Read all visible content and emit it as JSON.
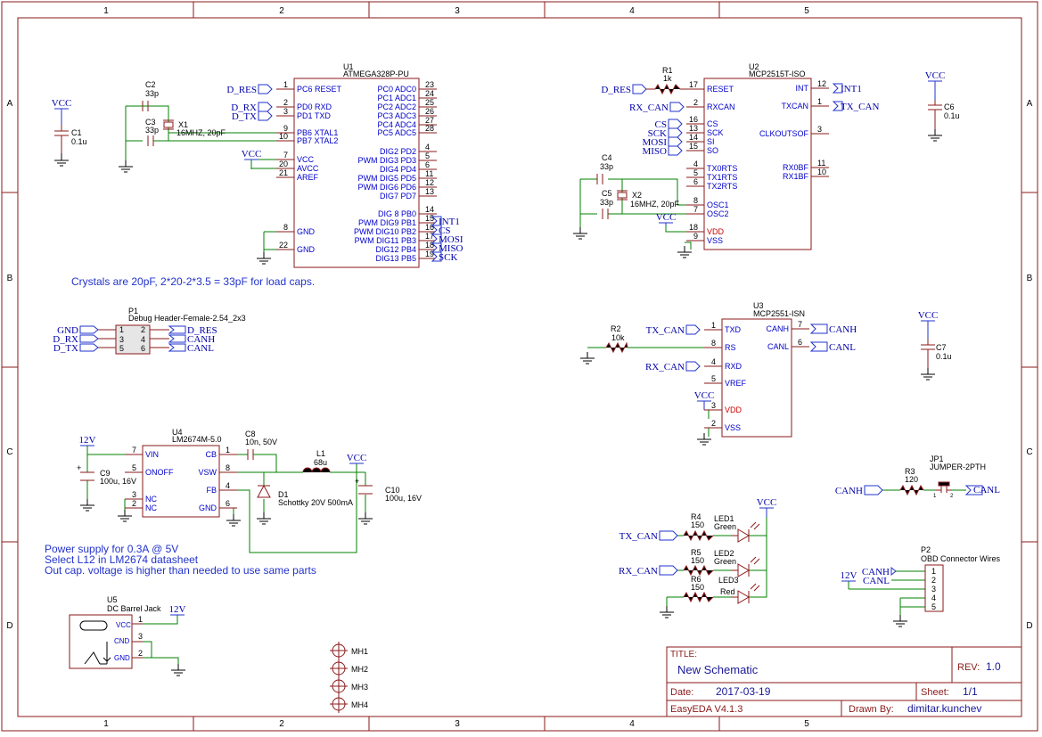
{
  "frame": {
    "columns": [
      "1",
      "2",
      "3",
      "4",
      "5"
    ],
    "rows": [
      "A",
      "B",
      "C",
      "D"
    ]
  },
  "notes": {
    "crystal": "Crystals are 20pF, 2*20-2*3.5 = 33pF for load caps.",
    "power1": "Power supply for 0.3A @ 5V",
    "power2": "Select L12 in LM2674 datasheet",
    "power3": "Out cap. voltage is higher than needed to use same parts"
  },
  "title_block": {
    "title_label": "TITLE:",
    "title": "New Schematic",
    "rev_label": "REV:",
    "rev": "1.0",
    "date_label": "Date:",
    "date": "2017-03-19",
    "sheet_label": "Sheet:",
    "sheet": "1/1",
    "tool": "EasyEDA V4.1.3",
    "drawn_label": "Drawn By:",
    "drawn_by": "dimitar.kunchev"
  },
  "u1": {
    "ref": "U1",
    "value": "ATMEGA328P-PU",
    "left_pins": [
      {
        "num": "1",
        "name": "PC6 RESET"
      },
      {
        "num": "2",
        "name": "PD0 RXD"
      },
      {
        "num": "3",
        "name": "PD1 TXD"
      },
      {
        "num": "9",
        "name": "PB6 XTAL1"
      },
      {
        "num": "10",
        "name": "PB7 XTAL2"
      },
      {
        "num": "7",
        "name": "VCC"
      },
      {
        "num": "20",
        "name": "AVCC"
      },
      {
        "num": "21",
        "name": "AREF"
      },
      {
        "num": "8",
        "name": "GND"
      },
      {
        "num": "22",
        "name": "GND"
      }
    ],
    "right_pins": [
      {
        "num": "23",
        "name": "PC0 ADC0"
      },
      {
        "num": "24",
        "name": "PC1 ADC1"
      },
      {
        "num": "25",
        "name": "PC2 ADC2"
      },
      {
        "num": "26",
        "name": "PC3 ADC3"
      },
      {
        "num": "27",
        "name": "PC4 ADC4"
      },
      {
        "num": "28",
        "name": "PC5 ADC5"
      },
      {
        "num": "4",
        "name": "DIG2 PD2"
      },
      {
        "num": "5",
        "name": "PWM DIG3 PD3"
      },
      {
        "num": "6",
        "name": "DIG4 PD4"
      },
      {
        "num": "11",
        "name": "PWM DIG5 PD5"
      },
      {
        "num": "12",
        "name": "PWM DIG6 PD6"
      },
      {
        "num": "13",
        "name": "DIG7 PD7"
      },
      {
        "num": "14",
        "name": "DIG 8 PB0"
      },
      {
        "num": "15",
        "name": "PWM DIG9 PB1"
      },
      {
        "num": "16",
        "name": "PWM DIG10 PB2"
      },
      {
        "num": "17",
        "name": "PWM DIG11 PB3"
      },
      {
        "num": "18",
        "name": "DIG12 PB4"
      },
      {
        "num": "19",
        "name": "DIG13 PB5"
      }
    ]
  },
  "u2": {
    "ref": "U2",
    "value": "MCP2515T-ISO",
    "left_pins": [
      {
        "num": "17",
        "name": "RESET"
      },
      {
        "num": "2",
        "name": "RXCAN"
      },
      {
        "num": "16",
        "name": "CS"
      },
      {
        "num": "13",
        "name": "SCK"
      },
      {
        "num": "14",
        "name": "SI"
      },
      {
        "num": "15",
        "name": "SO"
      },
      {
        "num": "4",
        "name": "TX0RTS"
      },
      {
        "num": "5",
        "name": "TX1RTS"
      },
      {
        "num": "6",
        "name": "TX2RTS"
      },
      {
        "num": "8",
        "name": "OSC1"
      },
      {
        "num": "7",
        "name": "OSC2"
      },
      {
        "num": "18",
        "name": "VDD"
      },
      {
        "num": "9",
        "name": "VSS"
      }
    ],
    "right_pins": [
      {
        "num": "12",
        "name": "INT"
      },
      {
        "num": "1",
        "name": "TXCAN"
      },
      {
        "num": "3",
        "name": "CLKOUTSOF"
      },
      {
        "num": "11",
        "name": "RX0BF"
      },
      {
        "num": "10",
        "name": "RX1BF"
      }
    ]
  },
  "u3": {
    "ref": "U3",
    "value": "MCP2551-ISN",
    "left_pins": [
      {
        "num": "1",
        "name": "TXD"
      },
      {
        "num": "8",
        "name": "RS"
      },
      {
        "num": "4",
        "name": "RXD"
      },
      {
        "num": "5",
        "name": "VREF"
      },
      {
        "num": "3",
        "name": "VDD"
      },
      {
        "num": "2",
        "name": "VSS"
      }
    ],
    "right_pins": [
      {
        "num": "7",
        "name": "CANH"
      },
      {
        "num": "6",
        "name": "CANL"
      }
    ]
  },
  "u4": {
    "ref": "U4",
    "value": "LM2674M-5.0",
    "left_pins": [
      {
        "num": "7",
        "name": "VIN"
      },
      {
        "num": "5",
        "name": "ONOFF"
      },
      {
        "num": "3",
        "name": "NC"
      },
      {
        "num": "2",
        "name": "NC"
      }
    ],
    "right_pins": [
      {
        "num": "1",
        "name": "CB"
      },
      {
        "num": "8",
        "name": "VSW"
      },
      {
        "num": "4",
        "name": "FB"
      },
      {
        "num": "6",
        "name": "GND"
      }
    ]
  },
  "u5": {
    "ref": "U5",
    "value": "DC Barrel Jack",
    "pins": [
      {
        "num": "1",
        "name": "VCC"
      },
      {
        "num": "3",
        "name": "CND"
      },
      {
        "num": "2",
        "name": "GND"
      }
    ]
  },
  "p1": {
    "ref": "P1",
    "value": "Debug Header-Female-2.54_2x3",
    "left_nets": [
      "GND",
      "D_RX",
      "D_TX"
    ],
    "right_nets": [
      "D_RES",
      "CANH",
      "CANL"
    ],
    "pins": [
      "1",
      "2",
      "3",
      "4",
      "5",
      "6"
    ]
  },
  "p2": {
    "ref": "P2",
    "value": "OBD Connector Wires",
    "pins": [
      "1",
      "2",
      "3",
      "4",
      "5"
    ],
    "nets": [
      "CANH",
      "CANL"
    ]
  },
  "jp1": {
    "ref": "JP1",
    "value": "JUMPER-2PTH",
    "pin1": "1",
    "pin2": "2"
  },
  "mh": [
    "MH1",
    "MH2",
    "MH3",
    "MH4"
  ],
  "passives": {
    "c1": {
      "ref": "C1",
      "value": "0.1u"
    },
    "c2": {
      "ref": "C2",
      "value": "33p"
    },
    "c3": {
      "ref": "C3",
      "value": "33p"
    },
    "x1": {
      "ref": "X1",
      "value": "16MHZ, 20pF"
    },
    "r1": {
      "ref": "R1",
      "value": "1k"
    },
    "c4": {
      "ref": "C4",
      "value": "33p"
    },
    "c5": {
      "ref": "C5",
      "value": "33p"
    },
    "x2": {
      "ref": "X2",
      "value": "16MHZ, 20pF"
    },
    "c6": {
      "ref": "C6",
      "value": "0.1u"
    },
    "r2": {
      "ref": "R2",
      "value": "10k"
    },
    "c7": {
      "ref": "C7",
      "value": "0.1u"
    },
    "c8": {
      "ref": "C8",
      "value": "10n, 50V"
    },
    "l1": {
      "ref": "L1",
      "value": "68u"
    },
    "d1": {
      "ref": "D1",
      "value": "Schottky 20V 500mA"
    },
    "c9": {
      "ref": "C9",
      "value": "100u, 16V"
    },
    "c10": {
      "ref": "C10",
      "value": "100u, 16V"
    },
    "r3": {
      "ref": "R3",
      "value": "120"
    },
    "r4": {
      "ref": "R4",
      "value": "150"
    },
    "r5": {
      "ref": "R5",
      "value": "150"
    },
    "r6": {
      "ref": "R6",
      "value": "150"
    },
    "led1": {
      "ref": "LED1",
      "value": "Green"
    },
    "led2": {
      "ref": "LED2",
      "value": "Green"
    },
    "led3": {
      "ref": "LED3",
      "value": "Red"
    }
  },
  "nets": {
    "vcc": "VCC",
    "v12": "12V",
    "d_res": "D_RES",
    "d_rx": "D_RX",
    "d_tx": "D_TX",
    "int1": "INT1",
    "cs": "CS",
    "mosi": "MOSI",
    "miso": "MISO",
    "sck": "SCK",
    "rx_can": "RX_CAN",
    "tx_can": "TX_CAN",
    "canh": "CANH",
    "canl": "CANL",
    "gnd": "GND"
  },
  "colors": {
    "wire": "#008000",
    "body": "#8b1a1a",
    "net": "#2233cc",
    "frame": "#8b1a1a"
  }
}
